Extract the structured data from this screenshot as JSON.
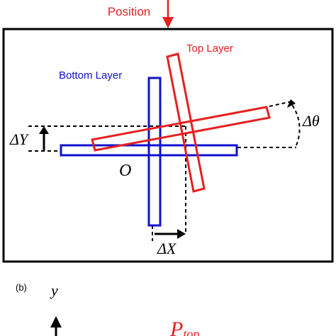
{
  "header": {
    "position_label": "Position"
  },
  "diagram": {
    "top_layer_label": "Top Layer",
    "bottom_layer_label": "Bottom Layer",
    "origin_label": "O",
    "delta_y_label": "ΔY",
    "delta_x_label": "ΔX",
    "delta_theta_label": "Δθ"
  },
  "panel_b": {
    "tag": "(b)",
    "y_axis_label": "y",
    "p_top_main": "P",
    "p_top_sub": "top"
  },
  "colors": {
    "top_layer": "#e52020",
    "bottom_layer": "#1010d0",
    "frame": "#000000"
  }
}
